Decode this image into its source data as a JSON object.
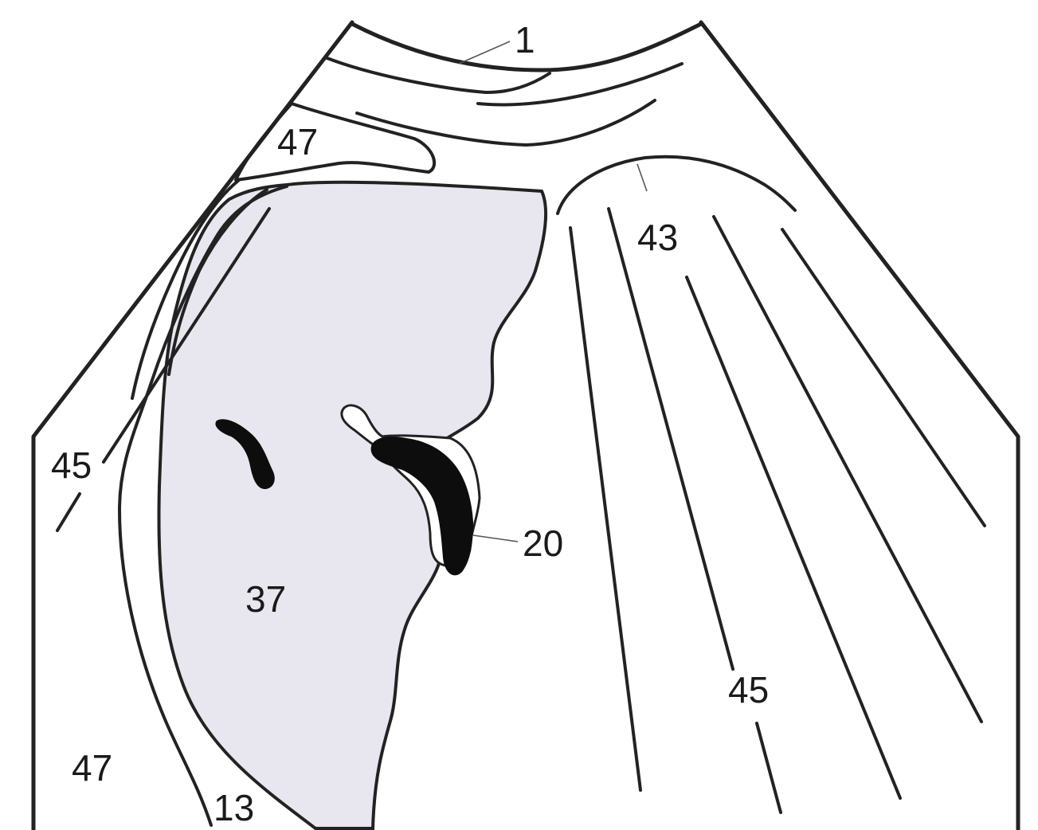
{
  "figure": {
    "colors": {
      "background": "#ffffff",
      "line": "#222222",
      "region_fill": "#e8e6ee",
      "dark_fill": "#0d0d0d"
    },
    "labels": {
      "label_1": "1",
      "label_47_top": "47",
      "label_43": "43",
      "label_45_left": "45",
      "label_20": "20",
      "label_37": "37",
      "label_45_right": "45",
      "label_47_bottom": "47",
      "label_13": "13"
    }
  }
}
